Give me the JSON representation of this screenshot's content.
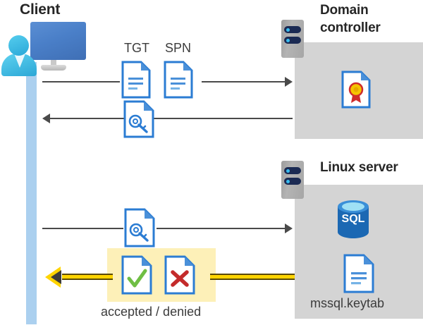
{
  "diagram": {
    "title": "Kerberos authentication flow between Client, Domain controller and Linux server",
    "colors": {
      "panel_gray": "#d4d4d4",
      "lifeline_blue": "#abd0ef",
      "highlight_yellow": "#fdf0b8",
      "arrow_yellow": "#ffd400",
      "arrow_dark": "#4a4a4a",
      "doc_blue": "#2b7cd3",
      "sql_blue": "#1b68b3",
      "check_green": "#6fbe44",
      "cross_red": "#c42b2b",
      "seal_gold": "#f5c400",
      "seal_red": "#cf2b2b"
    }
  },
  "client": {
    "title": "Client",
    "icon": "user-with-monitor-icon",
    "lifeline": "client-lifeline"
  },
  "domain_controller": {
    "title": "Domain controller",
    "title_line1": "Domain",
    "title_line2": "controller",
    "rack_icon": "server-rack-icon",
    "contents": [
      {
        "icon": "certificate-document-icon",
        "label": ""
      }
    ]
  },
  "linux_server": {
    "title": "Linux server",
    "rack_icon": "server-rack-icon",
    "contents": [
      {
        "icon": "sql-database-icon",
        "label": "SQL"
      },
      {
        "icon": "keytab-document-icon",
        "label": "mssql.keytab"
      }
    ]
  },
  "messages": [
    {
      "id": "msg-tgt-spn-request",
      "direction": "right",
      "from": "client",
      "to": "domain-controller",
      "style": "thin-dark",
      "artifacts": [
        {
          "label": "TGT",
          "icon": "text-document-icon"
        },
        {
          "label": "SPN",
          "icon": "text-document-icon"
        }
      ]
    },
    {
      "id": "msg-service-ticket-response",
      "direction": "left",
      "from": "domain-controller",
      "to": "client",
      "style": "thin-dark",
      "artifacts": [
        {
          "label": "",
          "icon": "key-document-icon"
        }
      ]
    },
    {
      "id": "msg-ticket-presented",
      "direction": "right",
      "from": "client",
      "to": "linux-server",
      "style": "thin-dark",
      "artifacts": [
        {
          "label": "",
          "icon": "key-document-icon"
        }
      ]
    },
    {
      "id": "msg-auth-result",
      "direction": "left",
      "from": "linux-server",
      "to": "client",
      "style": "thick-yellow",
      "result_label": "accepted / denied",
      "artifacts": [
        {
          "label": "accepted",
          "icon": "check-document-icon"
        },
        {
          "label": "denied",
          "icon": "cross-document-icon"
        }
      ]
    }
  ],
  "labels": {
    "tgt": "TGT",
    "spn": "SPN",
    "accepted_denied": "accepted / denied",
    "keytab": "mssql.keytab",
    "sql": "SQL"
  }
}
